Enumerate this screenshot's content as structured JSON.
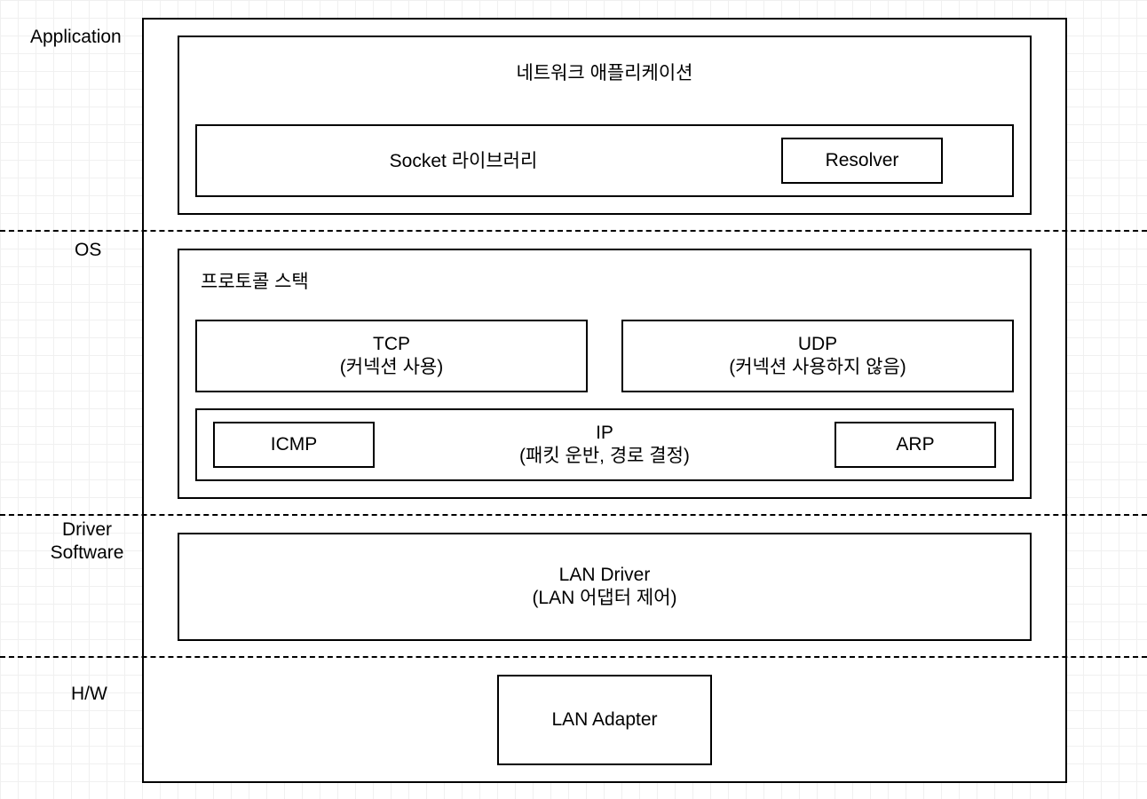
{
  "layers": {
    "application": "Application",
    "os": "OS",
    "driver_line1": "Driver",
    "driver_line2": "Software",
    "hw": "H/W"
  },
  "application": {
    "network_app": "네트워크 애플리케이션",
    "socket_library": "Socket 라이브러리",
    "resolver": "Resolver"
  },
  "protocol_stack": {
    "title": "프로토콜 스택",
    "tcp": {
      "name": "TCP",
      "desc": "(커넥션 사용)"
    },
    "udp": {
      "name": "UDP",
      "desc": "(커넥션 사용하지 않음)"
    },
    "ip": {
      "name": "IP",
      "desc": "(패킷 운반, 경로 결정)"
    },
    "icmp": "ICMP",
    "arp": "ARP"
  },
  "driver": {
    "name": "LAN Driver",
    "desc": "(LAN 어댑터 제어)"
  },
  "hardware": {
    "adapter": "LAN Adapter"
  }
}
